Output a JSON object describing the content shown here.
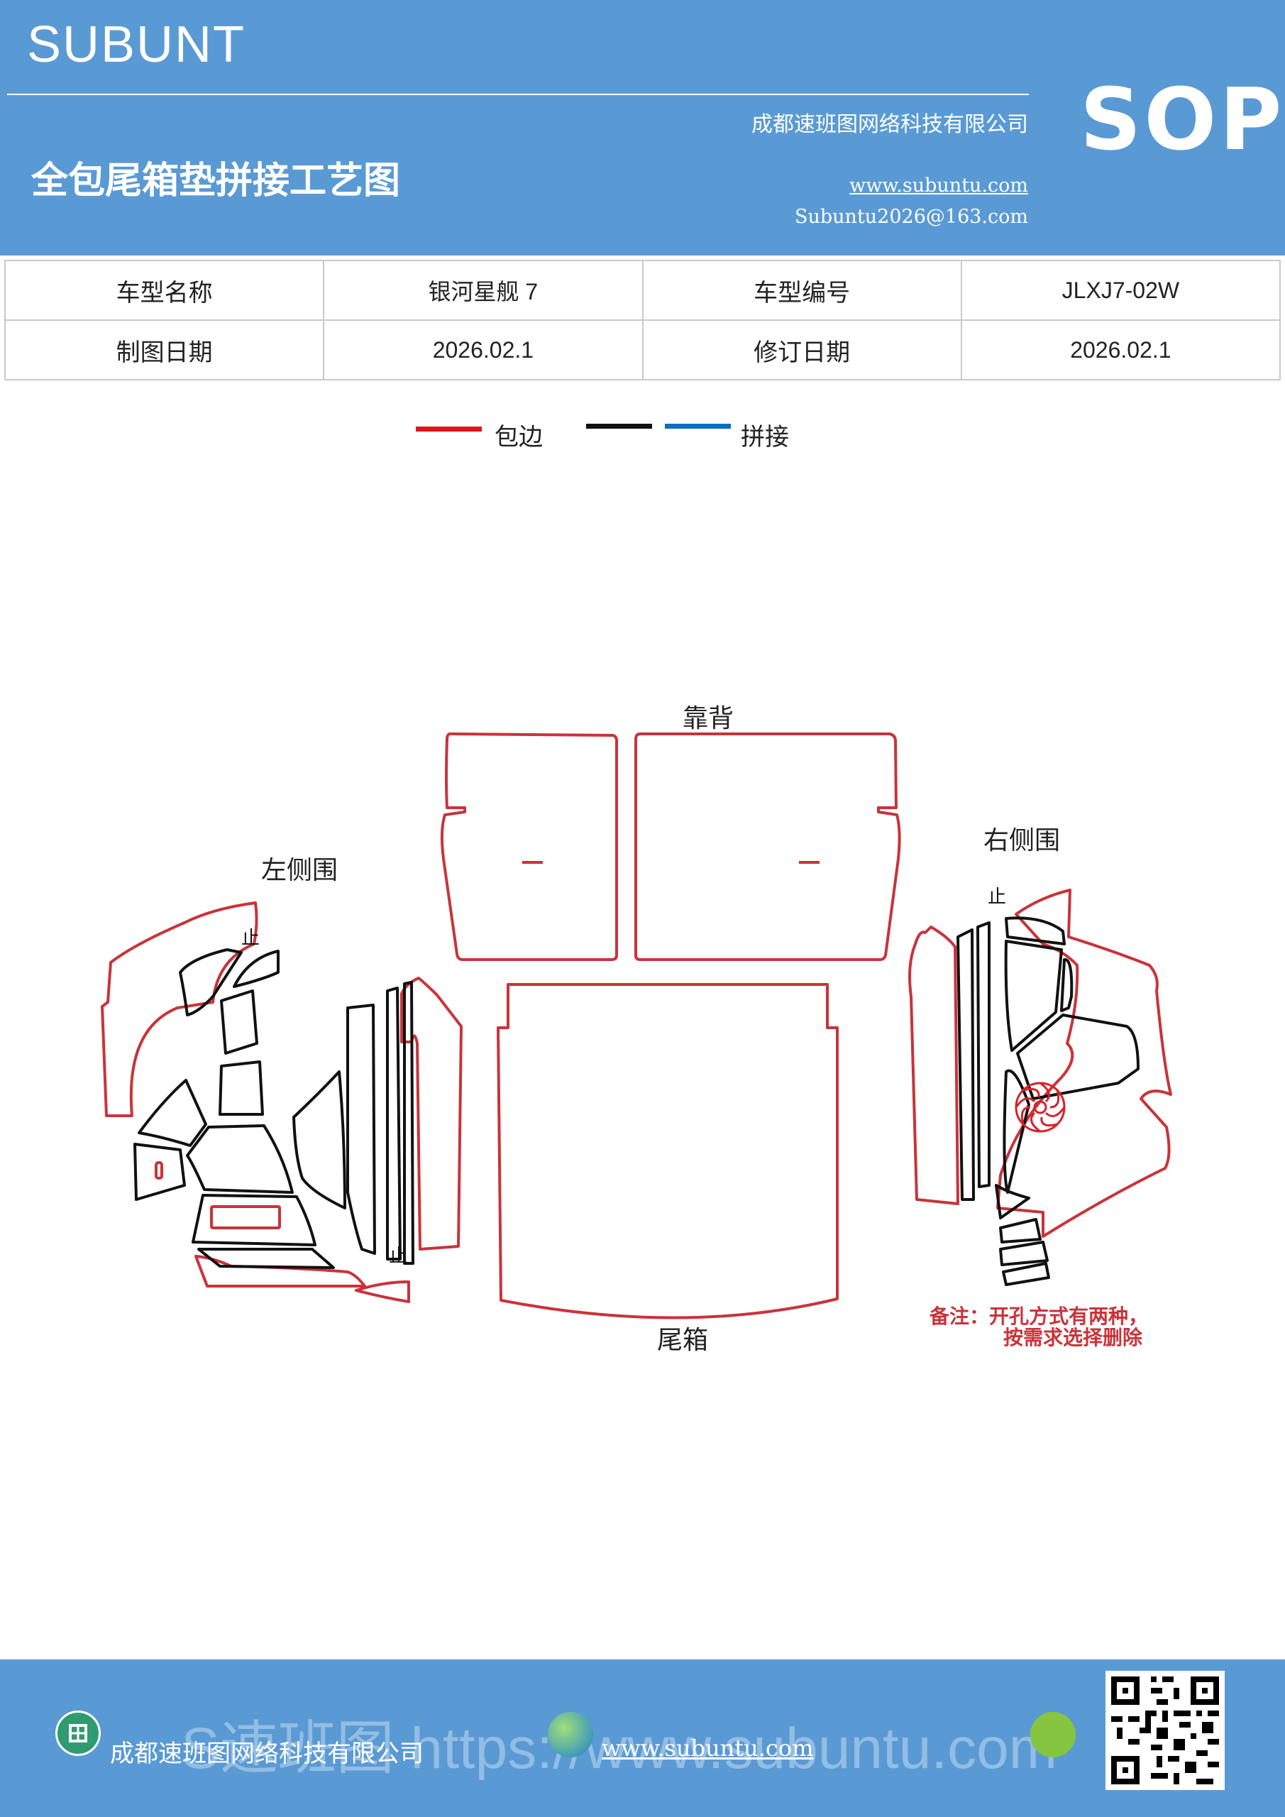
{
  "header": {
    "brand": "SUBUNT",
    "title": "全包尾箱垫拼接工艺图",
    "company": "成都速班图网络科技有限公司",
    "website": "www.subuntu.com",
    "email": "Subuntu2026@163.com",
    "badge": "SOP"
  },
  "info_table": {
    "rows": [
      [
        "车型名称",
        "银河星舰 7",
        "车型编号",
        "JLXJ7-02W"
      ],
      [
        "制图日期",
        "2026.02.1",
        "修订日期",
        "2026.02.1"
      ]
    ]
  },
  "legend": {
    "items": [
      {
        "label": "包边",
        "colors": [
          "#e0141e"
        ]
      },
      {
        "label": "拼接",
        "colors": [
          "#111111",
          "#0a6ebd"
        ]
      }
    ]
  },
  "diagram": {
    "labels": {
      "backrest": "靠背",
      "left_side": "左侧围",
      "right_side": "右侧围",
      "trunk": "尾箱"
    },
    "stop_mark": "止",
    "note_line1": "备注：开孔方式有两种，",
    "note_line2": "按需求选择删除",
    "colors": {
      "edge": "#c9333a",
      "seam": "#111111",
      "note": "#c9333a"
    }
  },
  "footer": {
    "company": "成都速班图网络科技有限公司",
    "website": "www.subuntu.com",
    "watermark": "S速班图 https://www.subuntu.com"
  }
}
